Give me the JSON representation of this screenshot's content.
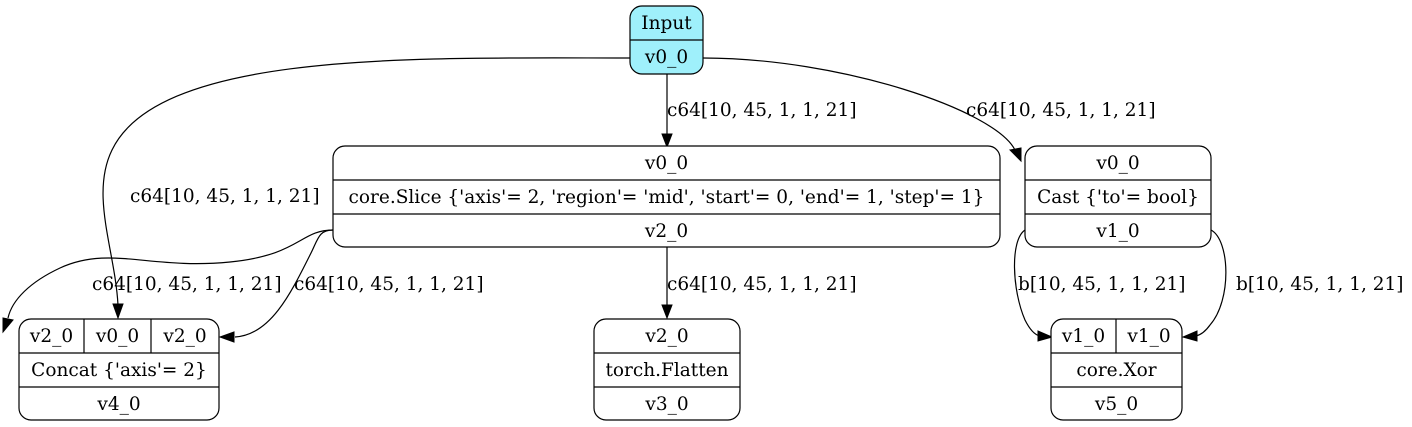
{
  "nodes": {
    "input": {
      "title": "Input",
      "output": "v0_0"
    },
    "slice": {
      "input": "v0_0",
      "op": "core.Slice {'axis'= 2, 'region'= 'mid', 'start'= 0, 'end'= 1, 'step'= 1}",
      "output": "v2_0"
    },
    "cast": {
      "input": "v0_0",
      "op": "Cast {'to'= bool}",
      "output": "v1_0"
    },
    "concat": {
      "inputs": [
        "v2_0",
        "v0_0",
        "v2_0"
      ],
      "op": "Concat {'axis'= 2}",
      "output": "v4_0"
    },
    "flatten": {
      "input": "v2_0",
      "op": "torch.Flatten",
      "output": "v3_0"
    },
    "xor": {
      "inputs": [
        "v1_0",
        "v1_0"
      ],
      "op": "core.Xor",
      "output": "v5_0"
    }
  },
  "edges": {
    "input_to_slice": "c64[10, 45, 1, 1, 21]",
    "input_to_cast": "c64[10, 45, 1, 1, 21]",
    "input_to_concat": "c64[10, 45, 1, 1, 21]",
    "slice_to_concat_a": "c64[10, 45, 1, 1, 21]",
    "slice_to_concat_b": "c64[10, 45, 1, 1, 21]",
    "slice_to_flatten": "c64[10, 45, 1, 1, 21]",
    "cast_to_xor_a": "b[10, 45, 1, 1, 21]",
    "cast_to_xor_b": "b[10, 45, 1, 1, 21]"
  },
  "colors": {
    "input_fill": "#9ff0fb",
    "stroke": "#000000",
    "background": "#ffffff"
  }
}
